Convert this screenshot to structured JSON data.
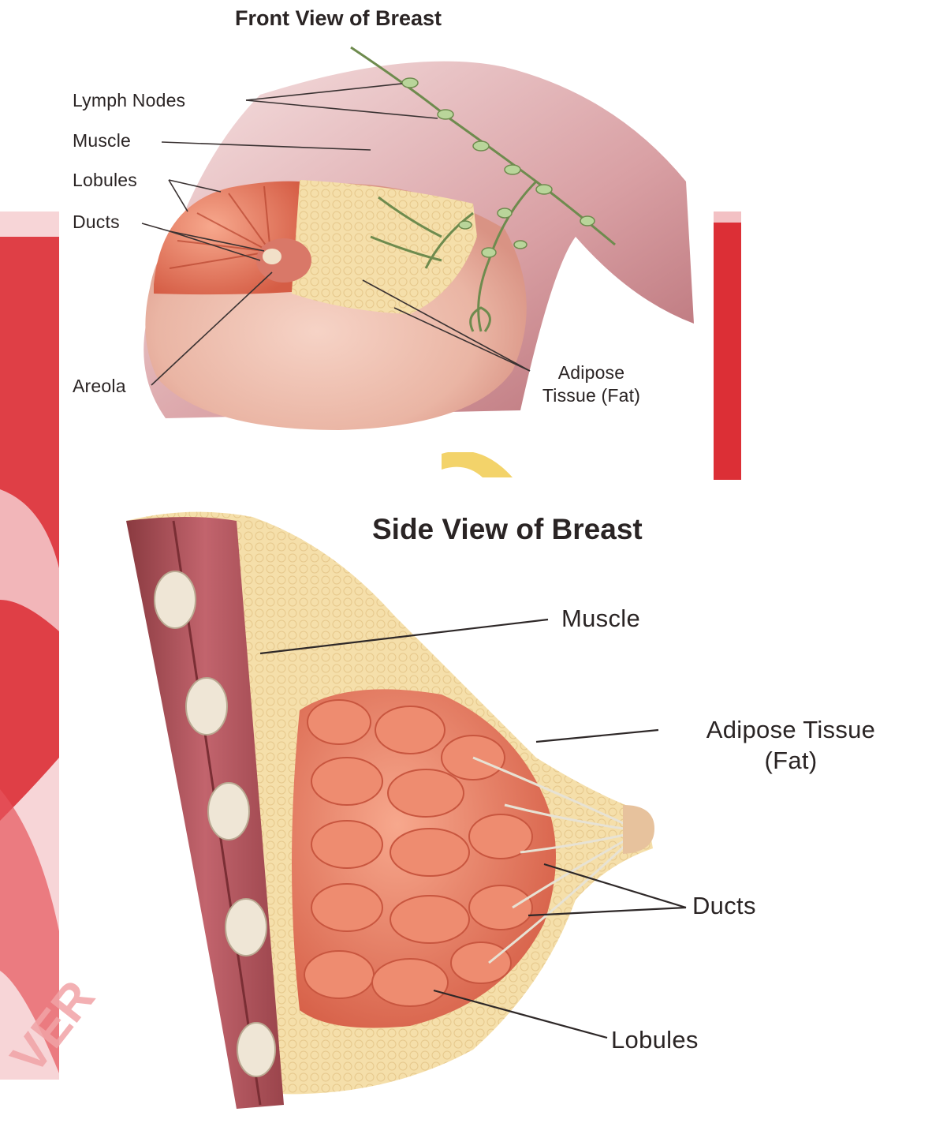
{
  "front_view": {
    "title": "Front View of Breast",
    "labels": {
      "lymph_nodes": "Lymph Nodes",
      "muscle": "Muscle",
      "lobules": "Lobules",
      "ducts": "Ducts",
      "areola": "Areola",
      "adipose_line1": "Adipose",
      "adipose_line2": "Tissue (Fat)"
    }
  },
  "side_view": {
    "title": "Side View of Breast",
    "labels": {
      "muscle": "Muscle",
      "adipose_line1": "Adipose Tissue",
      "adipose_line2": "(Fat)",
      "ducts": "Ducts",
      "lobules": "Lobules"
    }
  },
  "watermark": {
    "text": "VER"
  },
  "colors": {
    "background_watermark": "#d92d33",
    "muscle": "#c98a8e",
    "skin": "#f2c7b4",
    "lobule": "#e8765c",
    "adipose": "#f4dfae",
    "lymph": "#a8c48e"
  }
}
